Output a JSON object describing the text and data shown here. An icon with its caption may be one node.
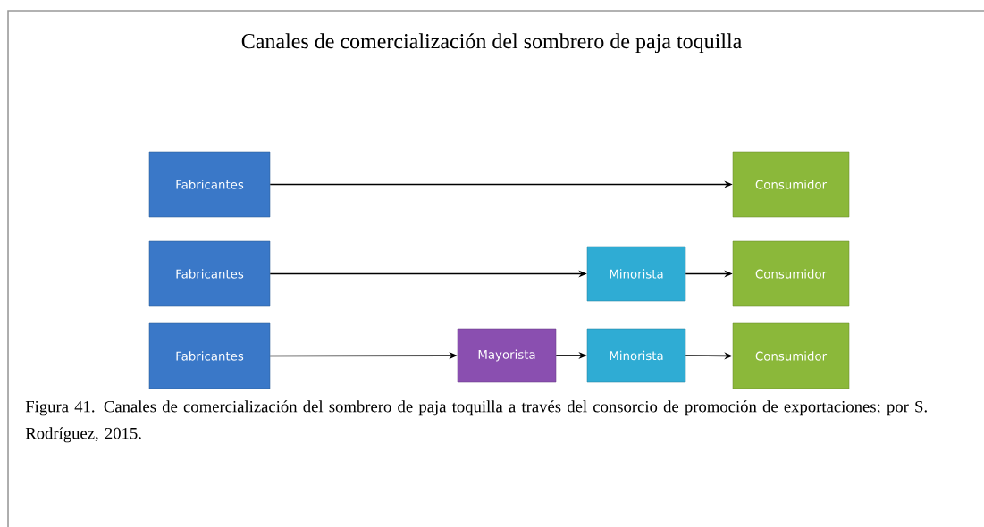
{
  "diagram": {
    "title": "Canales de comercialización del sombrero de paja toquilla",
    "caption": "Figura 41. Canales de comercialización del sombrero de paja toquilla a través del consorcio de promoción de exportaciones; por S. Rodríguez, 2015.",
    "nodes": [
      {
        "text": [
          "Fabricantes"
        ]
      },
      {
        "text": [
          "Consumidor"
        ]
      },
      {
        "text": [
          "Fabricantes"
        ]
      },
      {
        "text": [
          "Minorista"
        ]
      },
      {
        "text": [
          "Consumidor"
        ]
      },
      {
        "text": [
          "Fabricantes"
        ]
      },
      {
        "text": [
          "Mayorista"
        ]
      },
      {
        "text": [
          "Minorista"
        ]
      },
      {
        "text": [
          "Consumidor"
        ]
      }
    ],
    "edges": [
      {
        "from": 0,
        "to": 1,
        "arrow": "to"
      },
      {
        "from": 2,
        "to": 3,
        "arrow": "to"
      },
      {
        "from": 3,
        "to": 4,
        "arrow": "to"
      },
      {
        "from": 5,
        "to": 6,
        "arrow": "to"
      },
      {
        "from": 6,
        "to": 7,
        "arrow": "to"
      },
      {
        "from": 7,
        "to": 8,
        "arrow": "to"
      }
    ]
  }
}
